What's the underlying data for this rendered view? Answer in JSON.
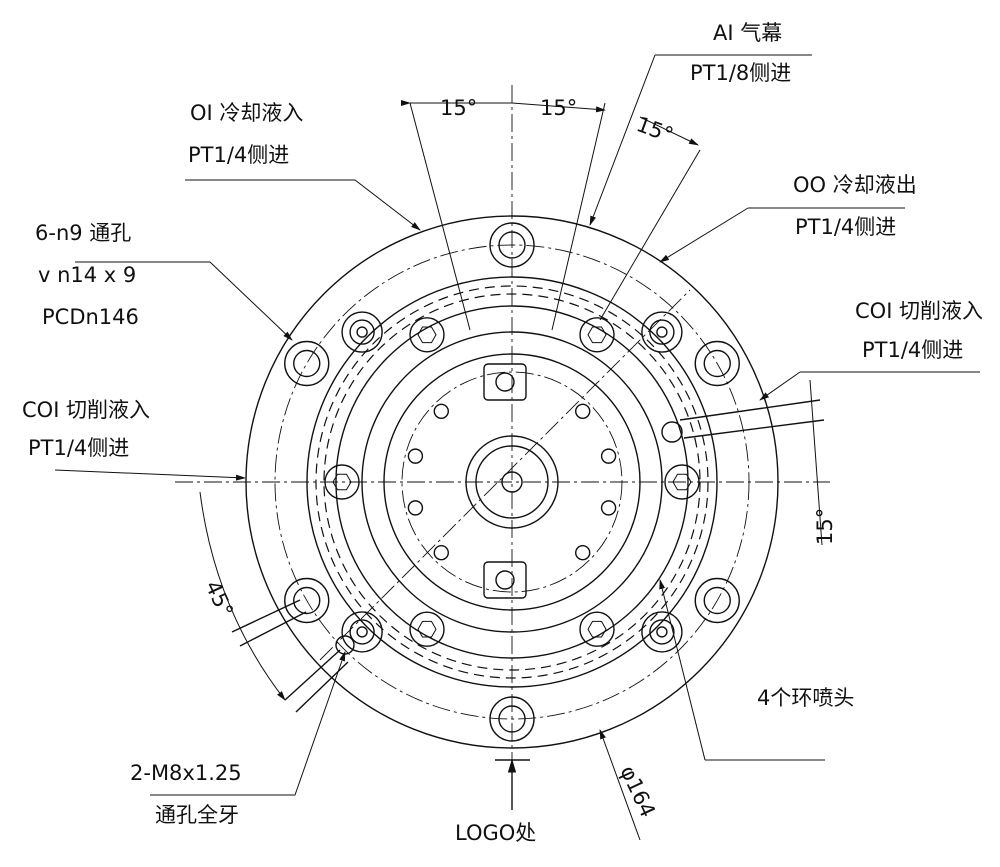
{
  "labels": {
    "ai": {
      "line1": "AI 气幕",
      "line2": "PT1/8侧进"
    },
    "oi": {
      "line1": "OI 冷却液入",
      "line2": "PT1/4侧进"
    },
    "oo": {
      "line1": "OO 冷却液出",
      "line2": "PT1/4侧进"
    },
    "holes": {
      "line1": "6-n9 通孔",
      "line2": "v n14 x 9",
      "line3": "PCDn146"
    },
    "coi_left": {
      "line1": "COI 切削液入",
      "line2": "PT1/4侧进"
    },
    "coi_right": {
      "line1": "COI 切削液入",
      "line2": "PT1/4侧进"
    },
    "thread": {
      "line1": "2-M8x1.25",
      "line2": "通孔全牙"
    },
    "nozzles": "4个环喷头",
    "logo": "LOGO处",
    "diameter": "φ164"
  },
  "angles": {
    "top_left": "15°",
    "top_right": "15°",
    "top_far_right": "15°",
    "right": "15°",
    "left": "45°"
  }
}
